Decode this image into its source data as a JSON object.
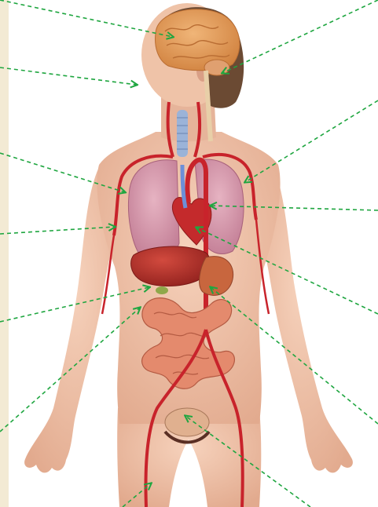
{
  "diagram": {
    "subject": "anatomical-illustration-female-internal-organs",
    "labels": [],
    "colors": {
      "edge_strip": "#f3ead4",
      "skin": "#efc3a8",
      "skin_shade": "#d99f86",
      "hair": "#6b4a33",
      "brain": "#e39a54",
      "lung": "#d89aae",
      "heart": "#c42a2c",
      "artery": "#c8232b",
      "vein": "#6d8fd8",
      "liver": "#b8302a",
      "stomach": "#c8663e",
      "intestine": "#e48a6d",
      "bladder": "#e0b08f",
      "leader_line": "#1fa640"
    },
    "pointers": [
      {
        "name": "brain"
      },
      {
        "name": "spinal-cord"
      },
      {
        "name": "face-nose"
      },
      {
        "name": "upper-arm-artery"
      },
      {
        "name": "right-lung"
      },
      {
        "name": "arm-vessel"
      },
      {
        "name": "left-lung"
      },
      {
        "name": "heart"
      },
      {
        "name": "liver"
      },
      {
        "name": "stomach"
      },
      {
        "name": "gallbladder"
      },
      {
        "name": "small-intestine"
      },
      {
        "name": "urinary-bladder"
      },
      {
        "name": "femoral-artery"
      }
    ]
  }
}
